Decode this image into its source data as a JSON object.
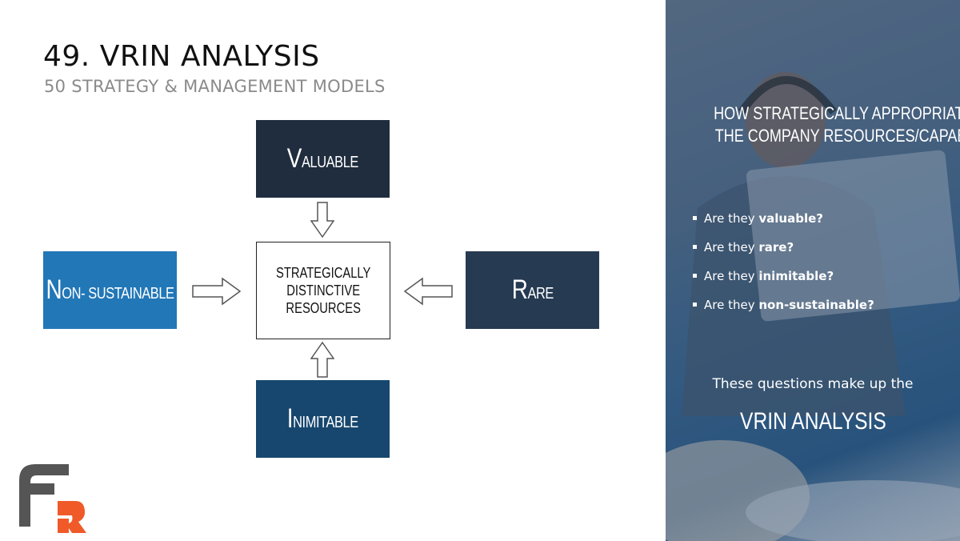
{
  "header": {
    "title": "49. VRIN ANALYSIS",
    "subtitle": "50 STRATEGY & MANAGEMENT MODELS"
  },
  "diagram": {
    "top": "Valuable",
    "right": "Rare",
    "bottom": "Inimitable",
    "left": "Non- sustainable",
    "center": "STRATEGICALLY\nDISTINCTIVE\nRESOURCES"
  },
  "panel": {
    "question_title_line1": "HOW STRATEGICALLY APPROPRIATE ARE",
    "question_title_line2": "THE COMPANY RESOURCES/CAPABILITIES:",
    "questions": [
      {
        "prefix": "Are they ",
        "bold": "valuable?"
      },
      {
        "prefix": "Are they ",
        "bold": "rare?"
      },
      {
        "prefix": "Are they ",
        "bold": "inimitable?"
      },
      {
        "prefix": "Are they ",
        "bold": "non-sustainable?"
      }
    ],
    "footer": "These questions make up the",
    "model_name": "VRIN ANALYSIS"
  },
  "colors": {
    "valuable": "#1f2d3e",
    "rare": "#263a52",
    "inimitable": "#17476e",
    "non_sustainable": "#2277b7",
    "logo_dark": "#555555",
    "logo_accent": "#f05a28"
  }
}
